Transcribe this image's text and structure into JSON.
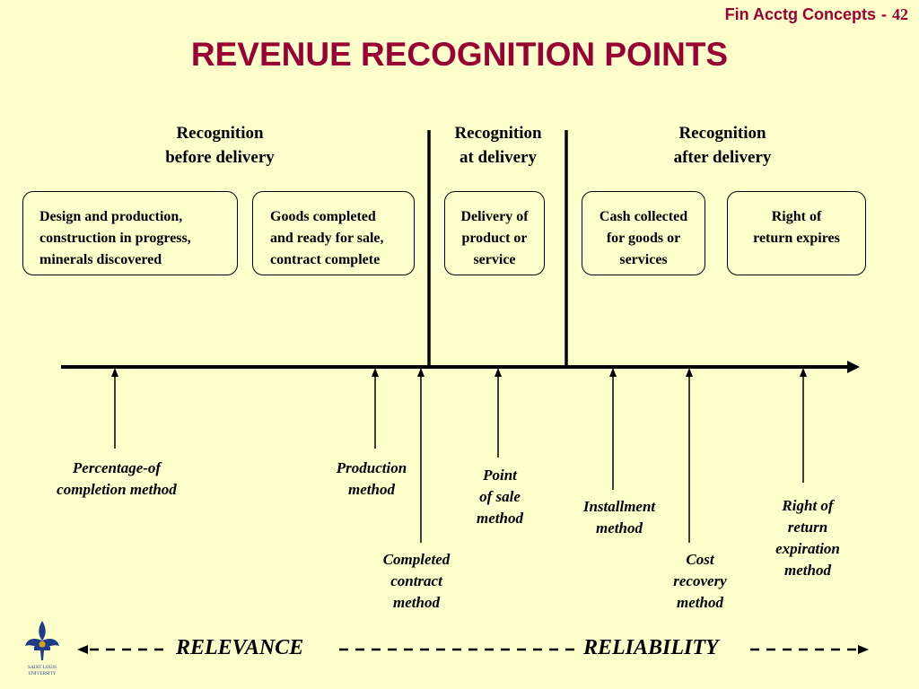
{
  "header": {
    "course": "Fin Acctg Concepts",
    "separator": "-",
    "page": "42"
  },
  "title": "REVENUE RECOGNITION POINTS",
  "groups": {
    "before": {
      "line1": "Recognition",
      "line2": "before delivery"
    },
    "at": {
      "line1": "Recognition",
      "line2": "at delivery"
    },
    "after": {
      "line1": "Recognition",
      "line2": "after delivery"
    }
  },
  "boxes": {
    "design": {
      "l1": "Design and production,",
      "l2": "construction in progress,",
      "l3": "minerals discovered"
    },
    "goods": {
      "l1": "Goods completed",
      "l2": "and ready for sale,",
      "l3": "contract complete"
    },
    "delivery": {
      "l1": "Delivery of",
      "l2": "product or",
      "l3": "service"
    },
    "cash": {
      "l1": "Cash collected",
      "l2": "for goods or",
      "l3": "services"
    },
    "right": {
      "l1": "Right of",
      "l2": "return expires"
    }
  },
  "methods": {
    "percentage": {
      "l1": "Percentage-of",
      "l2": "completion method"
    },
    "production": {
      "l1": "Production",
      "l2": "method"
    },
    "completed": {
      "l1": "Completed",
      "l2": "contract",
      "l3": "method"
    },
    "point": {
      "l1": "Point",
      "l2": "of sale",
      "l3": "method"
    },
    "installment": {
      "l1": "Installment",
      "l2": "method"
    },
    "cost": {
      "l1": "Cost",
      "l2": "recovery",
      "l3": "method"
    },
    "rightofreturn": {
      "l1": "Right of",
      "l2": "return",
      "l3": "expiration",
      "l4": "method"
    }
  },
  "scale": {
    "left": "RELEVANCE",
    "right": "RELIABILITY"
  },
  "logo": {
    "text1": "SAINT LOUIS",
    "text2": "UNIVERSITY"
  },
  "colors": {
    "accent": "#990033",
    "background": "#ffffcc",
    "logo": "#1f3c88"
  }
}
